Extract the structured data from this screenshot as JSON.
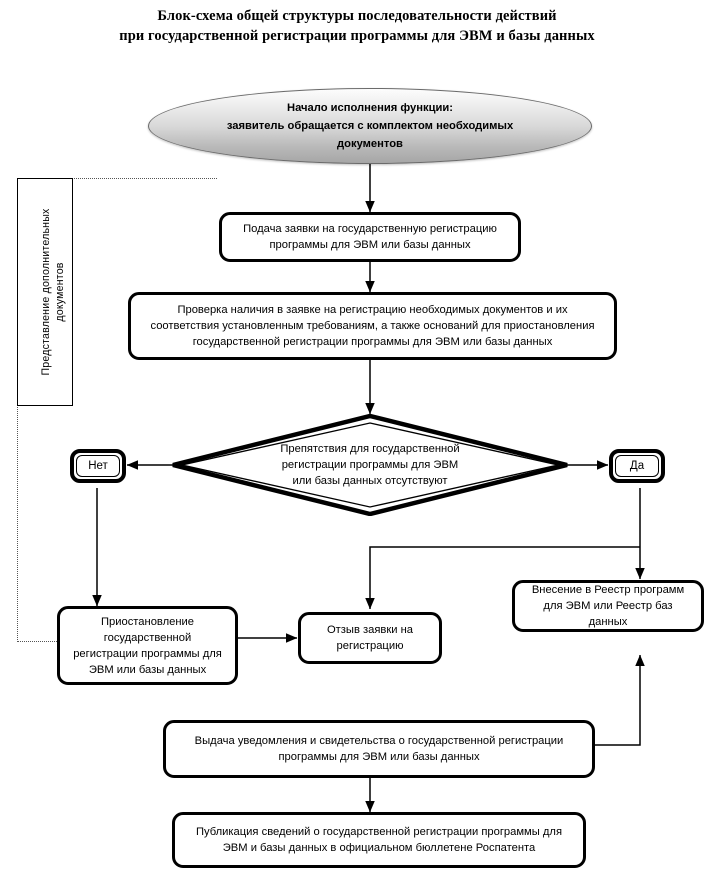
{
  "title": {
    "line1": "Блок-схема общей структуры последовательности действий",
    "line2": "при государственной регистрации программы для ЭВМ и базы данных"
  },
  "colors": {
    "stroke": "#000000",
    "oval_border": "#6b6b6b",
    "dotted": "#555555",
    "background": "#ffffff"
  },
  "lane": {
    "label_line1": "Представление дополнительных",
    "label_line2": "документов"
  },
  "nodes": {
    "start": {
      "line1": "Начало исполнения функции:",
      "line2": "заявитель обращается с комплектом необходимых",
      "line3": "документов"
    },
    "submit": {
      "line1": "Подача заявки на государственную регистрацию",
      "line2": "программы для ЭВМ или базы данных"
    },
    "check": {
      "line1": "Проверка наличия в заявке на регистрацию необходимых документов и их",
      "line2": "соответствия установленным требованиям, а также оснований для приостановления",
      "line3": "государственной регистрации программы для ЭВМ или базы данных"
    },
    "decision": {
      "line1": "Препятствия для государственной",
      "line2": "регистрации программы для ЭВМ",
      "line3": "или базы данных отсутствуют"
    },
    "no_branch": {
      "label": "Нет"
    },
    "yes_branch": {
      "label": "Да"
    },
    "suspend": {
      "line1": "Приостановление",
      "line2": "государственной",
      "line3": "регистрации программы для",
      "line4": "ЭВМ или базы данных"
    },
    "withdraw": {
      "line1": "Отзыв заявки на",
      "line2": "регистрацию"
    },
    "registry": {
      "line1": "Внесение в Реестр программ",
      "line2": "для ЭВМ или Реестр баз данных"
    },
    "certificate": {
      "line1": "Выдача уведомления и свидетельства о государственной регистрации",
      "line2": "программы для ЭВМ или базы данных"
    },
    "publication": {
      "line1": "Публикация сведений о государственной регистрации программы для",
      "line2": "ЭВМ и базы данных в официальном бюллетене Роспатента"
    }
  }
}
